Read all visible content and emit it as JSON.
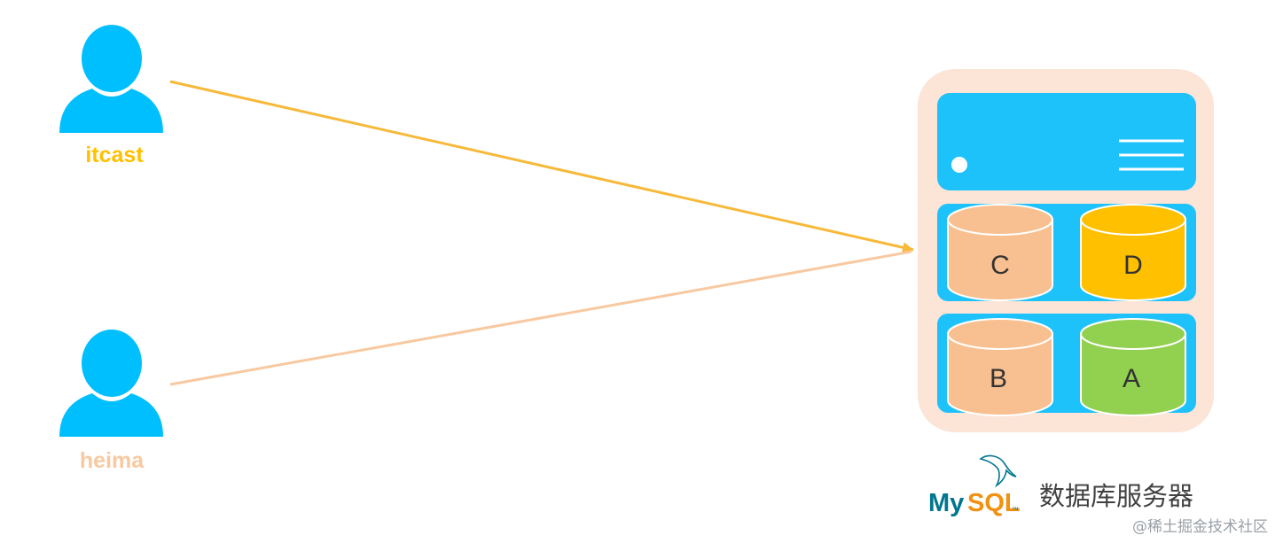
{
  "users": [
    {
      "name": "itcast",
      "color": "#ffc000"
    },
    {
      "name": "heima",
      "color": "#f8c9a0"
    }
  ],
  "server": {
    "caption": "数据库服务器",
    "logo": {
      "part1": "My",
      "part2": "SQL",
      "trademark": "™"
    },
    "databases": [
      {
        "label": "C",
        "color": "#f8c090"
      },
      {
        "label": "D",
        "color": "#ffc000"
      },
      {
        "label": "B",
        "color": "#f8c090"
      },
      {
        "label": "A",
        "color": "#92d050"
      }
    ]
  },
  "colors": {
    "user_icon": "#00bfff",
    "server_panel": "#1ec2fb",
    "server_frame": "#fce4d6",
    "mysql_blue": "#00758f",
    "mysql_orange": "#f29111",
    "caption_text": "#404040"
  },
  "watermark": "@稀土掘金技术社区"
}
